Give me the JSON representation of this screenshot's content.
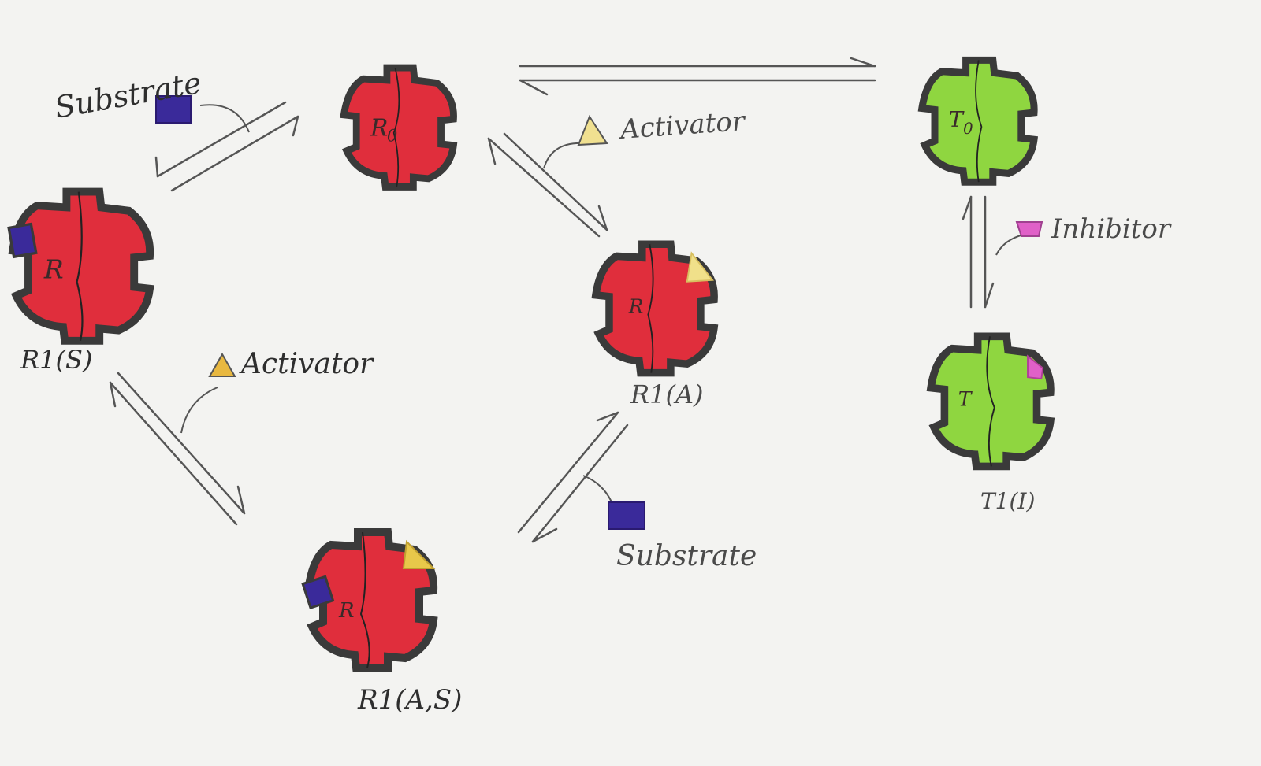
{
  "enzymes": {
    "r0": {
      "inner_label": "R",
      "inner_sub": "0",
      "color": "#e02e3c"
    },
    "t0": {
      "inner_label": "T",
      "inner_sub": "0",
      "color": "#8fd640"
    },
    "r1s": {
      "inner_label": "R",
      "caption": "R1(S)",
      "color": "#e02e3c"
    },
    "r1a": {
      "inner_label": "R",
      "caption": "R1(A)",
      "color": "#e02e3c"
    },
    "r1as": {
      "inner_label": "R",
      "caption": "R1(A,S)",
      "color": "#e02e3c"
    },
    "t1i": {
      "inner_label": "T",
      "caption": "T1(I)",
      "color": "#8fd640"
    }
  },
  "ligands": {
    "substrate_top": "Substrate",
    "activator_top": "Activator",
    "inhibitor": "Inhibitor",
    "activator_left": "Activator",
    "substrate_bottom": "Substrate"
  },
  "colors": {
    "substrate": "#3a2a9a",
    "activator": "#e8c84a",
    "inhibitor": "#e060c8",
    "outline": "#3a3a3a",
    "arrow": "#555555"
  }
}
